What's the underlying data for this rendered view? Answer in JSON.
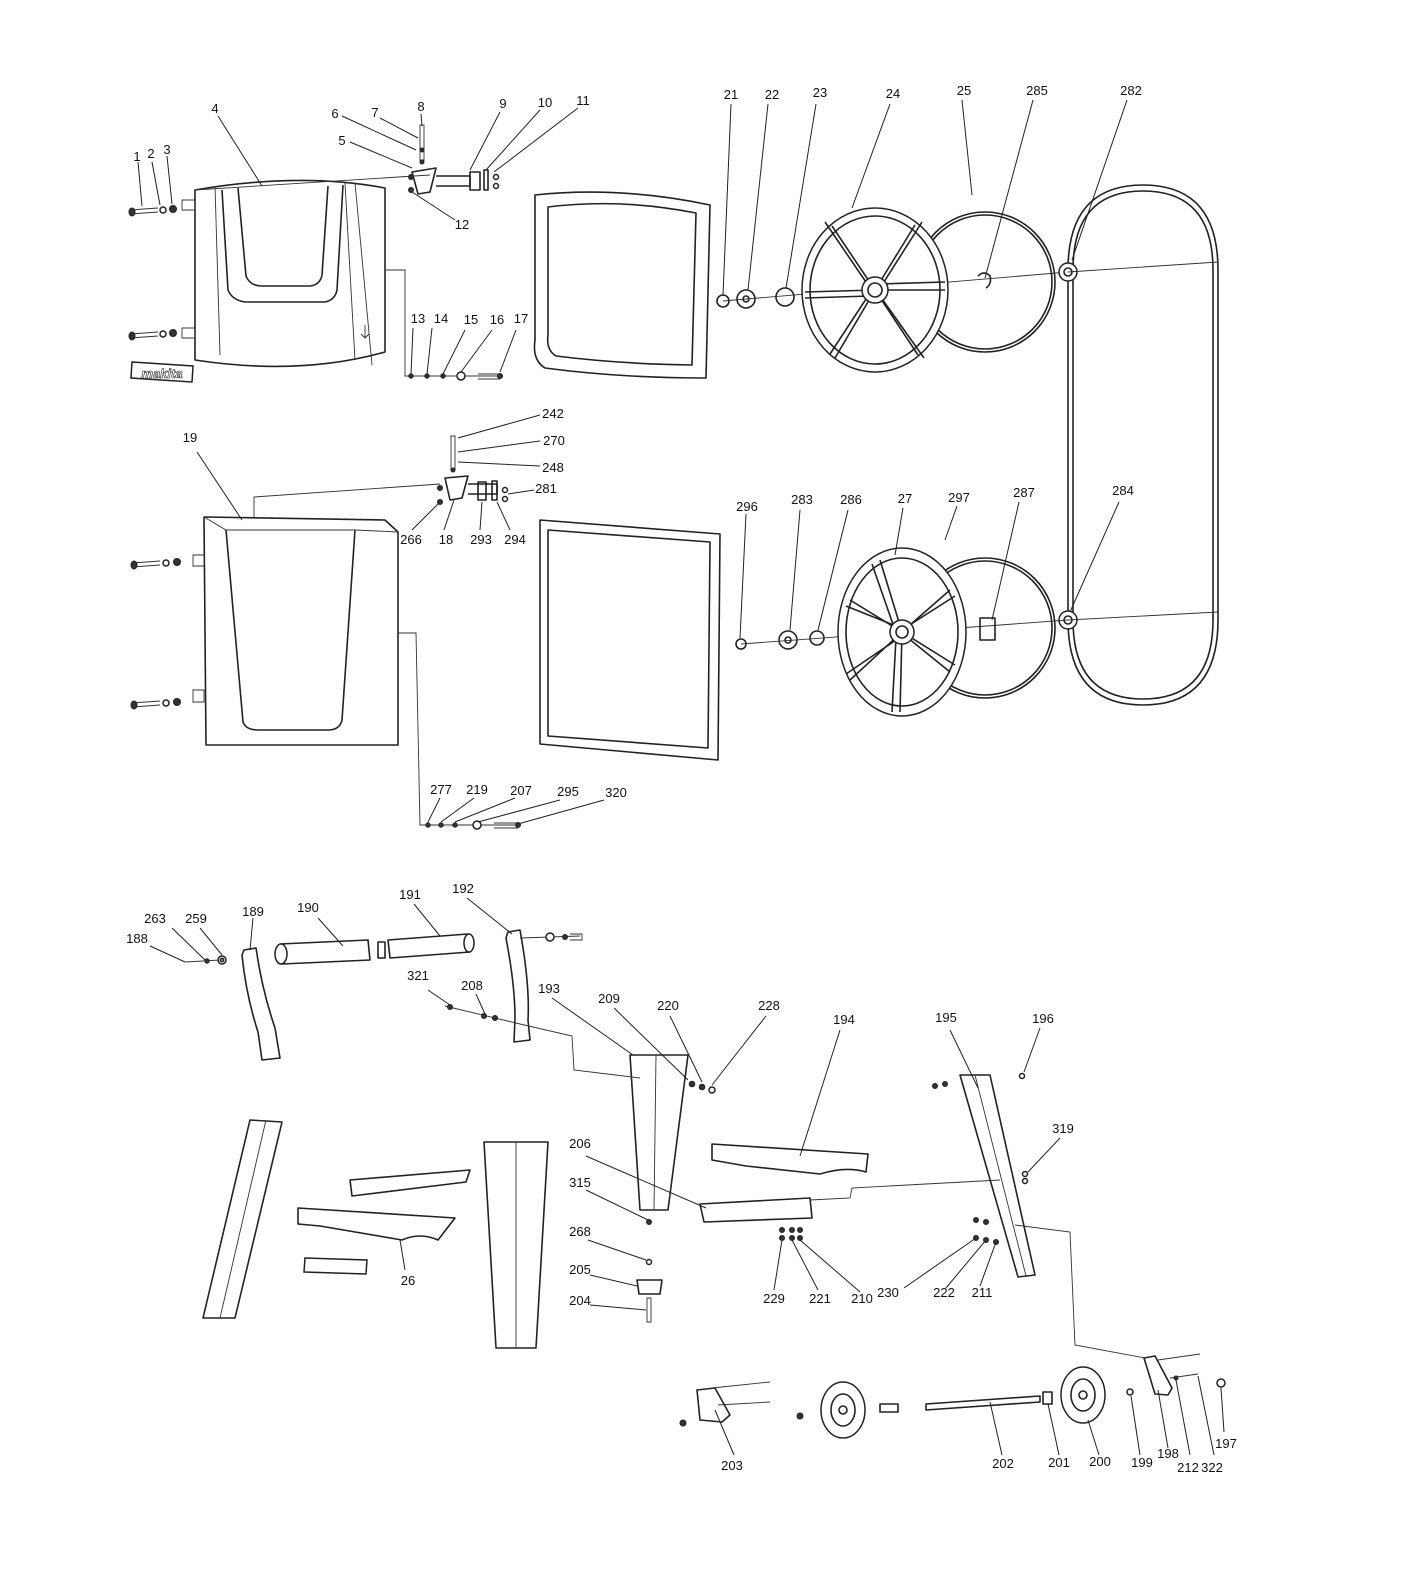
{
  "brand_badge_text": "makita",
  "callouts": [
    "1",
    "2",
    "3",
    "4",
    "5",
    "6",
    "7",
    "8",
    "9",
    "10",
    "11",
    "12",
    "13",
    "14",
    "15",
    "16",
    "17",
    "18",
    "19",
    "21",
    "22",
    "23",
    "24",
    "25",
    "26",
    "27",
    "188",
    "189",
    "190",
    "191",
    "192",
    "193",
    "194",
    "195",
    "196",
    "197",
    "198",
    "199",
    "200",
    "201",
    "202",
    "203",
    "204",
    "205",
    "206",
    "207",
    "208",
    "209",
    "210",
    "211",
    "212",
    "219",
    "220",
    "221",
    "222",
    "228",
    "229",
    "230",
    "242",
    "248",
    "259",
    "263",
    "266",
    "268",
    "270",
    "277",
    "281",
    "282",
    "283",
    "284",
    "285",
    "286",
    "287",
    "293",
    "294",
    "295",
    "296",
    "297",
    "315",
    "319",
    "320",
    "321",
    "322"
  ]
}
